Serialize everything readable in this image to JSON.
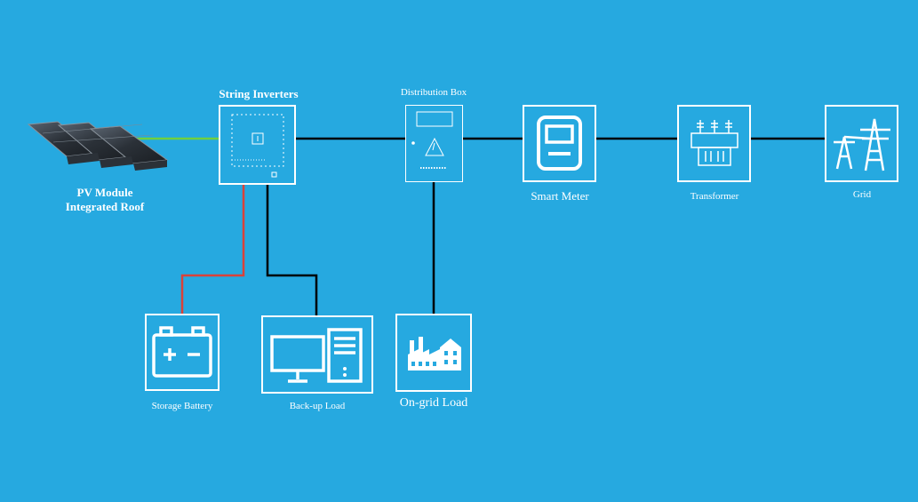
{
  "colors": {
    "background": "#26a9e0",
    "line_black": "#000000",
    "line_red": "#d9423a",
    "line_green": "#6fcf3f",
    "icon_white": "#ffffff"
  },
  "nodes": {
    "pv_module": {
      "label_line1": "PV Module",
      "label_line2": "Integrated Roof",
      "icon": "solar-panel-icon"
    },
    "string_inverters": {
      "label": "String Inverters",
      "icon": "inverter-icon"
    },
    "distribution_box": {
      "label": "Distribution Box",
      "icon": "distribution-box-icon"
    },
    "smart_meter": {
      "label": "Smart Meter",
      "icon": "meter-icon"
    },
    "transformer": {
      "label": "Transformer",
      "icon": "transformer-icon"
    },
    "grid": {
      "label": "Grid",
      "icon": "power-tower-icon"
    },
    "storage_battery": {
      "label": "Storage Battery",
      "icon": "battery-icon"
    },
    "backup_load": {
      "label": "Back-up Load",
      "icon": "computer-icon"
    },
    "ongrid_load": {
      "label": "On-grid Load",
      "icon": "factory-icon"
    }
  }
}
